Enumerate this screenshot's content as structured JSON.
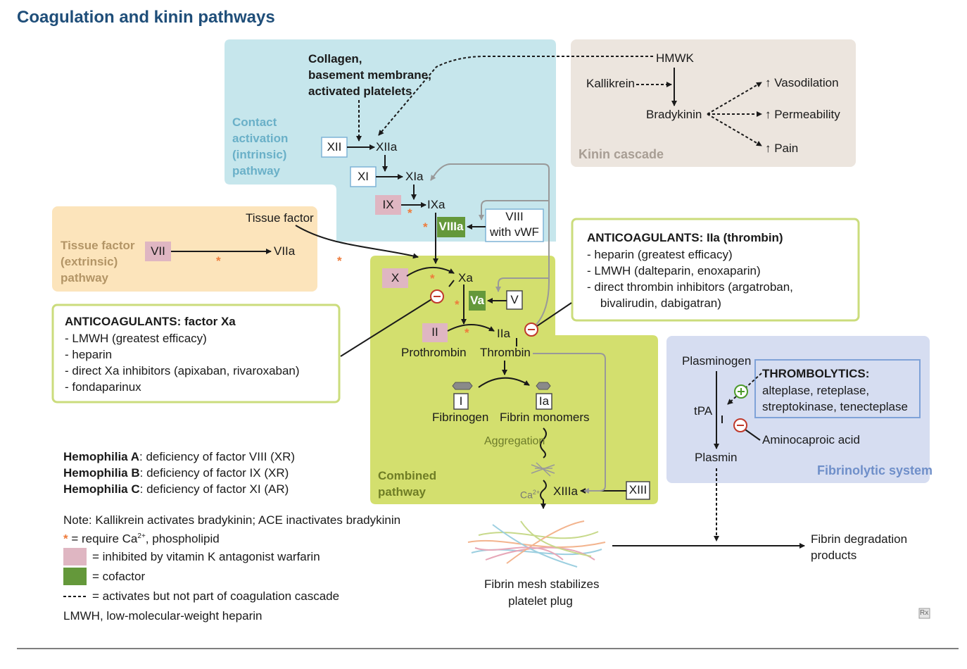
{
  "title": "Coagulation and kinin pathways",
  "colors": {
    "title": "#1f4e79",
    "contact_region": "#c6e6ec",
    "contact_label": "#6ab0c8",
    "extrinsic_region": "#fce4bb",
    "extrinsic_label": "#b39566",
    "combined_region": "#d3df6e",
    "combined_label": "#6f7d25",
    "kinin_region": "#ece5de",
    "kinin_label": "#a89e94",
    "fibrinolytic_region": "#d6ddf1",
    "fibrinolytic_label": "#6f8fc9",
    "warfarin_fill": "#dfb6c2",
    "cofactor_fill": "#64983a",
    "factor_border": "#7fb3d6",
    "anticoag_border": "#cbdc7c",
    "arrow": "#1a1a1a",
    "feedback_arrow": "#999999",
    "calcium_star": "#ee7b3b",
    "inhibit_circle": "#c0392b",
    "activate_circle": "#4c9a2a"
  },
  "regions": {
    "contact": [
      "Contact",
      "activation",
      "(intrinsic)",
      "pathway"
    ],
    "extrinsic": [
      "Tissue factor",
      "(extrinsic)",
      "pathway"
    ],
    "combined": [
      "Combined",
      "pathway"
    ],
    "kinin": "Kinin cascade",
    "fibrinolytic": "Fibrinolytic system"
  },
  "contact_trigger": [
    "Collagen,",
    "basement membrane,",
    "activated platelets"
  ],
  "factors": {
    "xii": "XII",
    "xiia": "XIIa",
    "xi": "XI",
    "xia": "XIa",
    "ix": "IX",
    "ixa": "IXa",
    "viii": [
      "VIII",
      "with vWF"
    ],
    "viiia": "VIIIa",
    "vii": "VII",
    "viia": "VIIa",
    "tissue_factor": "Tissue factor",
    "x": "X",
    "xa": "Xa",
    "v": "V",
    "va": "Va",
    "ii": "II",
    "iia": "IIa",
    "prothrombin": "Prothrombin",
    "thrombin": "Thrombin",
    "i": "I",
    "ia": "Ia",
    "fibrinogen": "Fibrinogen",
    "fibrin_monomers": "Fibrin monomers",
    "aggregation": "Aggregation",
    "calcium": "Ca",
    "calcium_sup": "2+",
    "xiii": "XIII",
    "xiiia": "XIIIa",
    "fibrin_mesh": [
      "Fibrin mesh stabilizes",
      "platelet plug"
    ],
    "degradation": [
      "Fibrin degradation",
      "products"
    ]
  },
  "kinin": {
    "hmwk": "HMWK",
    "kallikrein": "Kallikrein",
    "bradykinin": "Bradykinin",
    "effects": [
      "↑ Vasodilation",
      "↑ Permeability",
      "↑ Pain"
    ]
  },
  "fibrinolysis": {
    "plasminogen": "Plasminogen",
    "tpa": "tPA",
    "plasmin": "Plasmin",
    "thrombolytics_title": "THROMBOLYTICS:",
    "thrombolytics": [
      "alteplase, reteplase,",
      "streptokinase, tenecteplase"
    ],
    "aminocaproic": "Aminocaproic acid"
  },
  "anticoag_thrombin": {
    "title": "ANTICOAGULANTS: IIa (thrombin)",
    "items": [
      "-  heparin (greatest efficacy)",
      "-  LMWH (dalteparin, enoxaparin)",
      "-  direct thrombin inhibitors (argatroban,",
      "    bivalirudin, dabigatran)"
    ]
  },
  "anticoag_xa": {
    "title": "ANTICOAGULANTS: factor Xa",
    "items": [
      "- LMWH (greatest efficacy)",
      "- heparin",
      "- direct Xa inhibitors (apixaban, rivaroxaban)",
      "- fondaparinux"
    ]
  },
  "hemophilia": [
    {
      "name": "Hemophilia A",
      "desc": ": deficiency of factor VIII (XR)"
    },
    {
      "name": "Hemophilia B",
      "desc": ": deficiency of factor IX (XR)"
    },
    {
      "name": "Hemophilia C",
      "desc": ": deficiency of factor XI (AR)"
    }
  ],
  "legend": {
    "note": "Note: Kallikrein activates bradykinin; ACE inactivates bradykinin",
    "star": "*",
    "calcium_prefix": "= require Ca",
    "calcium_sup": "2+",
    "calcium_suffix": ", phospholipid",
    "warfarin": "= inhibited by vitamin K antagonist warfarin",
    "cofactor": "= cofactor",
    "dashed": "= activates but not part of coagulation cascade",
    "lmwh": "LMWH, low-molecular-weight heparin"
  },
  "logo_text": "Rx"
}
